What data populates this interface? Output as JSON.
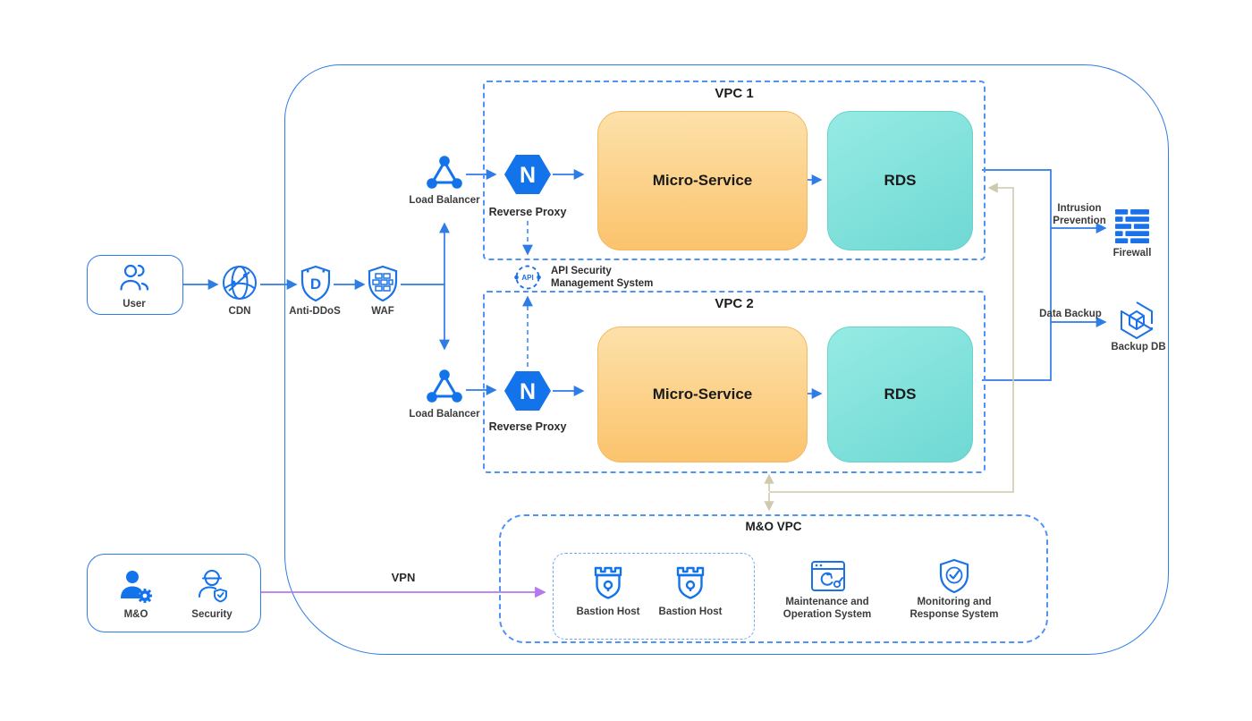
{
  "colors": {
    "line_blue": "#2e7ce5",
    "icon_blue": "#1b72e8",
    "dashed_blue": "#4f93f6",
    "orange_box_top": "#fde1a9",
    "orange_box_bottom": "#fbc36d",
    "teal_box_top": "#96ebe4",
    "teal_box_bottom": "#6fd8d3",
    "vpn_purple": "#b678ee",
    "backup_tan": "#cfc9ae"
  },
  "flow": {
    "user": "User",
    "cdn": "CDN",
    "anti_ddos": "Anti-DDoS",
    "anti_ddos_icon_letter": "D",
    "waf": "WAF"
  },
  "vpc1": {
    "title": "VPC 1",
    "load_balancer": "Load Balancer",
    "reverse_proxy": "Reverse Proxy",
    "reverse_proxy_icon_letter": "N",
    "micro_service": "Micro-Service",
    "rds": "RDS"
  },
  "vpc2": {
    "title": "VPC 2",
    "load_balancer": "Load Balancer",
    "reverse_proxy": "Reverse Proxy",
    "reverse_proxy_icon_letter": "N",
    "micro_service": "Micro-Service",
    "rds": "RDS"
  },
  "api_security": {
    "icon_text": "API",
    "line1": "API Security",
    "line2": "Management System"
  },
  "right_side": {
    "intrusion_line1": "Intrusion",
    "intrusion_line2": "Prevention",
    "firewall": "Firewall",
    "data_backup": "Data Backup",
    "backup_db": "Backup DB"
  },
  "mo_vpc": {
    "title": "M&O VPC",
    "bastion_host_1": "Bastion Host",
    "bastion_host_2": "Bastion Host",
    "maintenance_line1": "Maintenance and",
    "maintenance_line2": "Operation System",
    "monitoring_line1": "Monitoring and",
    "monitoring_line2": "Response System"
  },
  "admin_box": {
    "mo": "M&O",
    "security": "Security"
  },
  "vpn_label": "VPN"
}
